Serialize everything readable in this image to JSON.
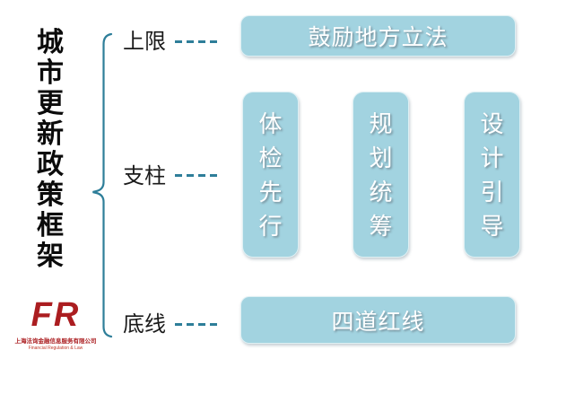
{
  "title": "城市更新政策框架",
  "levels": {
    "top": {
      "label": "上限"
    },
    "middle": {
      "label": "支柱"
    },
    "bottom": {
      "label": "底线"
    }
  },
  "boxes": {
    "top": "鼓励地方立法",
    "pillars": [
      "体检先行",
      "规划统筹",
      "设计引导"
    ],
    "bottom": "四道红线"
  },
  "logo": {
    "initials": "FR",
    "company_cn": "上海法询金融信息服务有限公司",
    "company_en": "Financial Regulation & Law"
  },
  "colors": {
    "box_fill": "#a2d3e0",
    "accent_teal": "#2e7e99",
    "logo_red": "#ab1d20",
    "title_black": "#0b0b0b",
    "box_text": "#ffffff",
    "background": "#ffffff"
  }
}
